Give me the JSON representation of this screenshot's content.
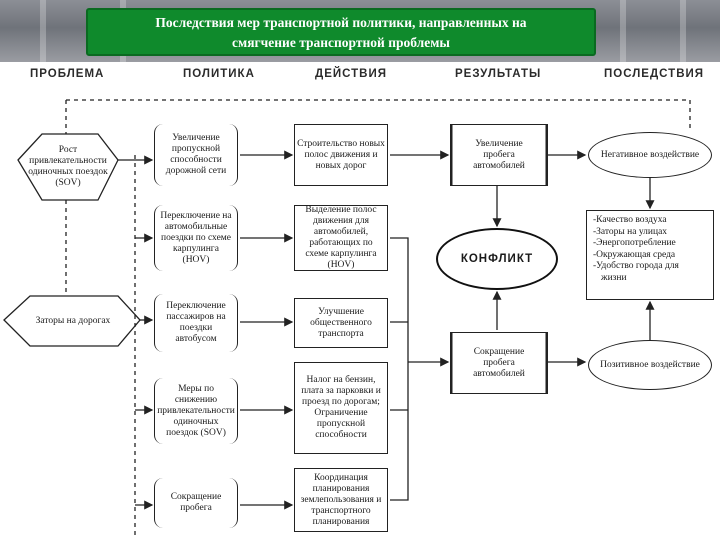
{
  "title": {
    "line1": "Последствия мер транспортной политики, направленных на",
    "line2": "смягчение транспортной проблемы"
  },
  "columns": [
    "ПРОБЛЕМА",
    "ПОЛИТИКА",
    "ДЕЙСТВИЯ",
    "РЕЗУЛЬТАТЫ",
    "ПОСЛЕДСТВИЯ"
  ],
  "problems": [
    "Рост привлекательности одиночных поездок (SOV)",
    "Заторы на дорогах"
  ],
  "policies": [
    "Увеличение пропускной способности дорожной сети",
    "Переключение на автомобильные поездки по схеме карпулинга (HOV)",
    "Переключение пассажиров на поездки автобусом",
    "Меры по снижению привлекательности одиночных поездок (SOV)",
    "Сокращение пробега"
  ],
  "actions": [
    "Строительство новых полос движения и новых дорог",
    "Выделение полос движения для автомобилей, работающих по схеме карпулинга (HOV)",
    "Улучшение общественного транспорта",
    "Налог на бензин, плата за парковки и проезд по дорогам; Ограничение пропускной способности",
    "Координация планирования землепользования и транспортного планирования"
  ],
  "results": {
    "increase": "Увеличение пробега автомобилей",
    "conflict": "КОНФЛИКТ",
    "decrease": "Сокращение пробега автомобилей"
  },
  "consequences": {
    "negative": "Негативное воздействие",
    "positive": "Позитивное воздействие",
    "factors": [
      "-Качество воздуха",
      "-Заторы на улицах",
      "-Энергопотребление",
      "-Окружающая среда",
      "-Удобство города для",
      "жизни"
    ]
  },
  "colors": {
    "title_bg": "#0f8a2c",
    "title_text": "#ffffff",
    "banner": "#7d8087",
    "lines": "#222222"
  }
}
